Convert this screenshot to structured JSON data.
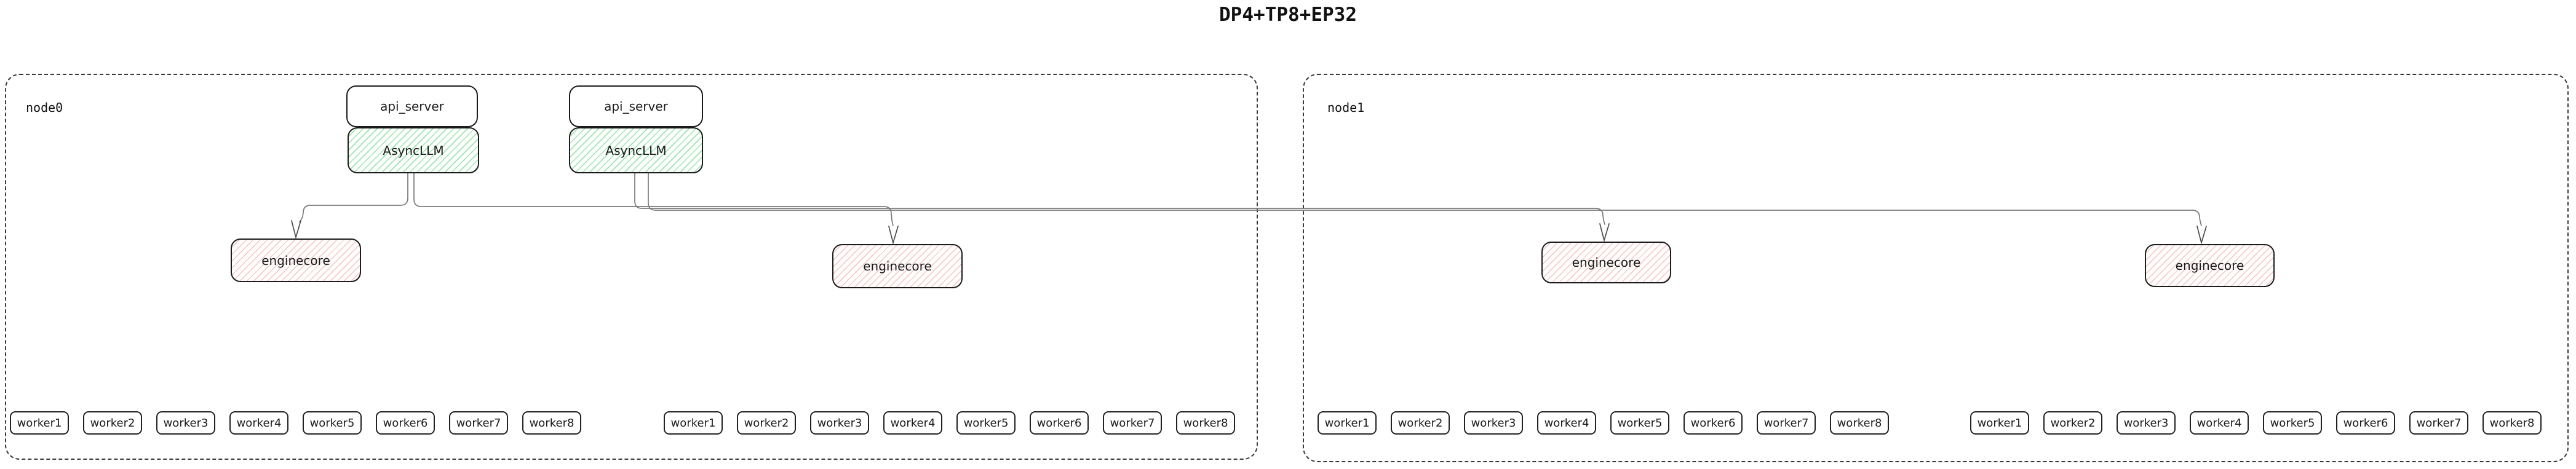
{
  "title": "DP4+TP8+EP32",
  "colors": {
    "background": "#ffffff",
    "box_border": "#1b1b1b",
    "node_dashed_border": "#3a3a3a",
    "asyncllm_hatch_green": "#6dd686",
    "enginecore_hatch_red": "#e98b8b",
    "connector_gray": "#7a7a7a",
    "text": "#1a1a1a"
  },
  "nodes": [
    {
      "label": "node0",
      "stacks": [
        {
          "api_server": "api_server",
          "asyncllm": "AsyncLLM"
        },
        {
          "api_server": "api_server",
          "asyncllm": "AsyncLLM"
        }
      ],
      "enginecores": [
        "enginecore",
        "enginecore"
      ],
      "worker_groups": [
        [
          "worker1",
          "worker2",
          "worker3",
          "worker4",
          "worker5",
          "worker6",
          "worker7",
          "worker8"
        ],
        [
          "worker1",
          "worker2",
          "worker3",
          "worker4",
          "worker5",
          "worker6",
          "worker7",
          "worker8"
        ]
      ]
    },
    {
      "label": "node1",
      "stacks": [],
      "enginecores": [
        "enginecore",
        "enginecore"
      ],
      "worker_groups": [
        [
          "worker1",
          "worker2",
          "worker3",
          "worker4",
          "worker5",
          "worker6",
          "worker7",
          "worker8"
        ],
        [
          "worker1",
          "worker2",
          "worker3",
          "worker4",
          "worker5",
          "worker6",
          "worker7",
          "worker8"
        ]
      ]
    }
  ]
}
